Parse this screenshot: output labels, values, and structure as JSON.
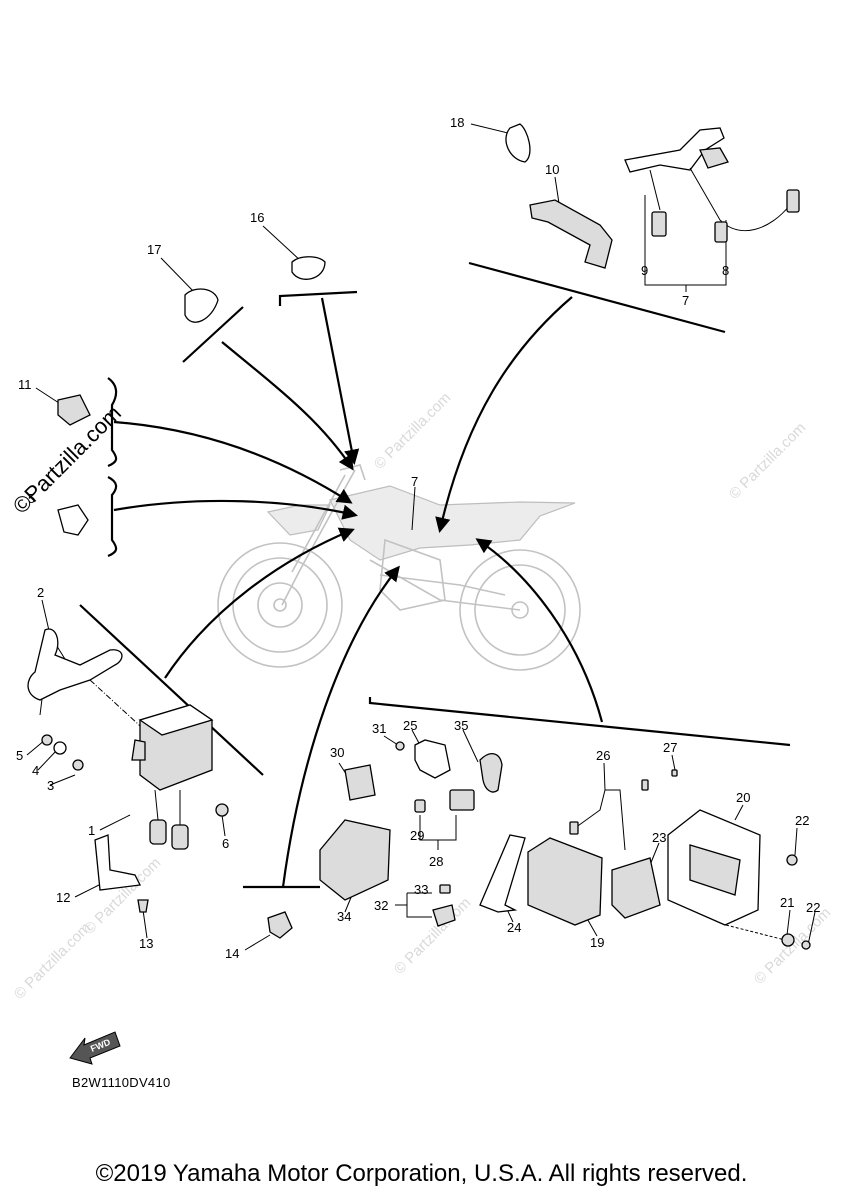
{
  "watermark": {
    "brand": "©Partzilla.com",
    "tile": "© Partzilla.com"
  },
  "diagram": {
    "code": "B2W1110DV410",
    "fwd_label": "FWD",
    "callouts": [
      "1",
      "2",
      "3",
      "4",
      "5",
      "5",
      "6",
      "7",
      "7",
      "8",
      "9",
      "10",
      "11",
      "12",
      "13",
      "14",
      "16",
      "17",
      "18",
      "19",
      "20",
      "21",
      "22",
      "22",
      "23",
      "24",
      "25",
      "26",
      "27",
      "28",
      "29",
      "30",
      "31",
      "32",
      "33",
      "34",
      "35"
    ]
  },
  "footer": {
    "copyright": "©2019 Yamaha Motor Corporation, U.S.A. All rights reserved."
  },
  "icons": {
    "fwd": "fwd-arrow-icon"
  }
}
